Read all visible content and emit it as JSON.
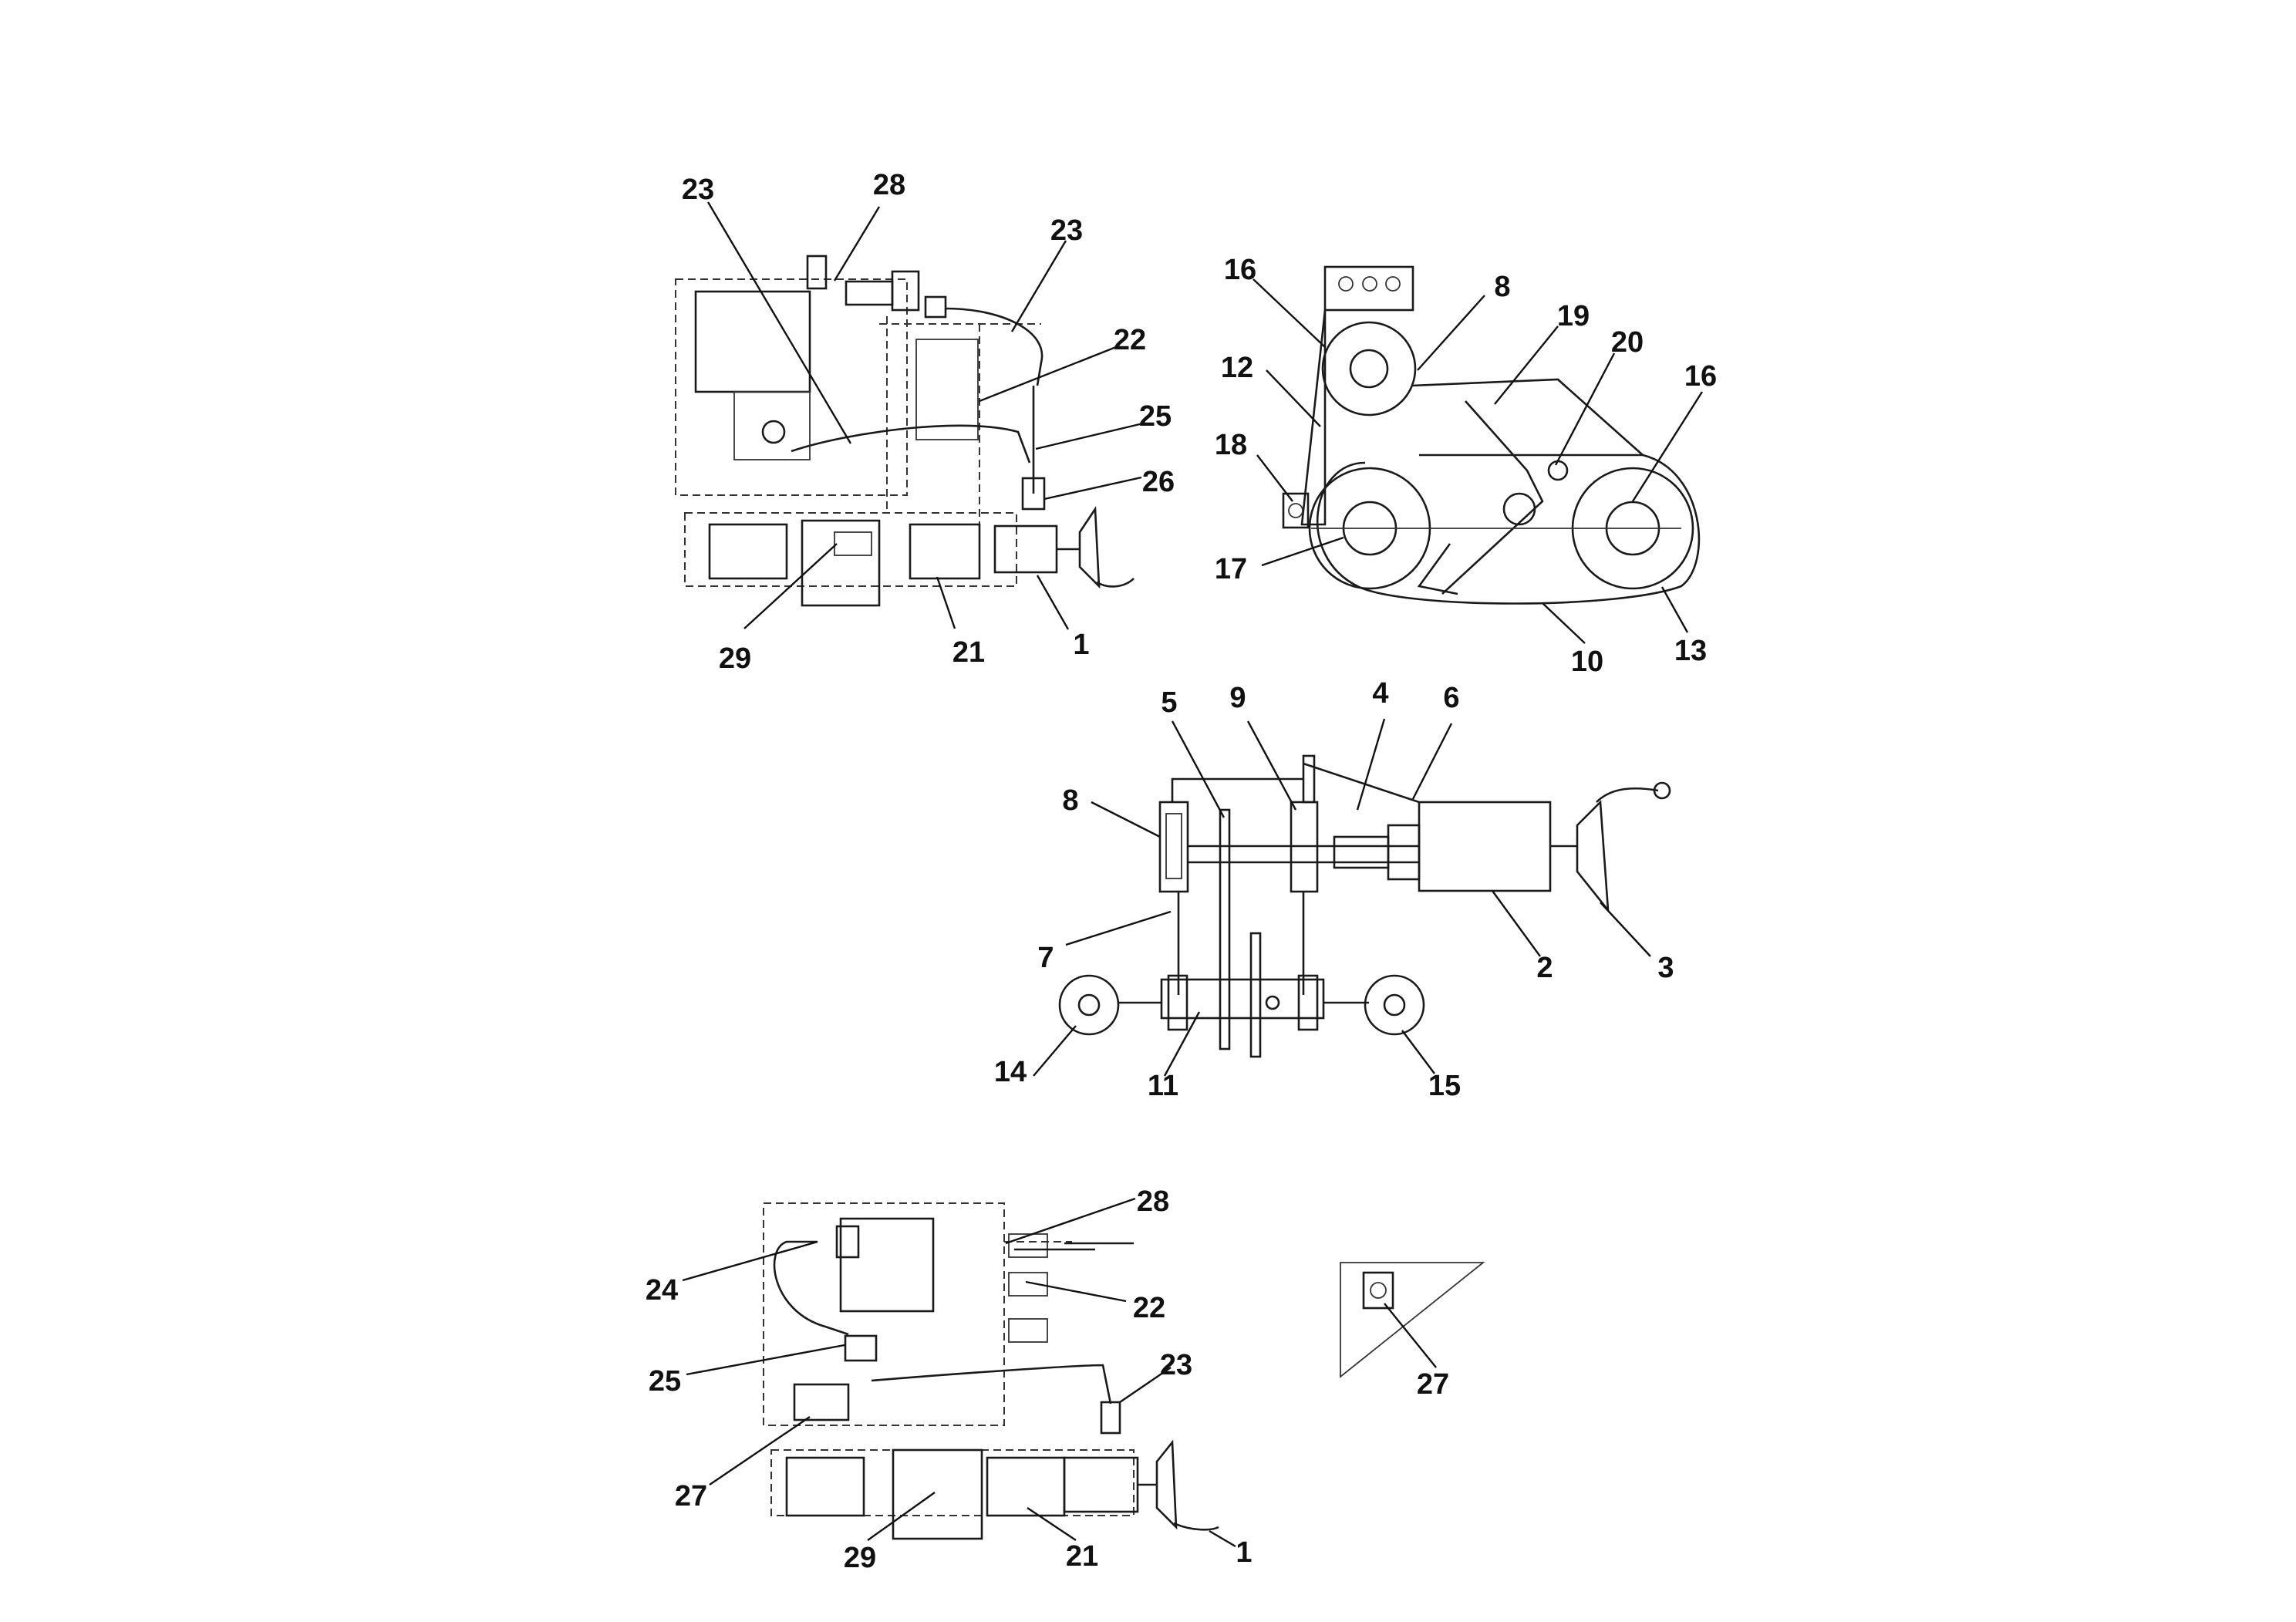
{
  "callouts": {
    "top_left": [
      "23",
      "28",
      "23",
      "22",
      "25",
      "26",
      "29",
      "21",
      "1"
    ],
    "top_right": [
      "16",
      "8",
      "19",
      "20",
      "16",
      "12",
      "18",
      "17",
      "10",
      "13"
    ],
    "middle": [
      "5",
      "9",
      "4",
      "6",
      "8",
      "7",
      "2",
      "3",
      "14",
      "11",
      "15"
    ],
    "bottom_left": [
      "28",
      "24",
      "22",
      "25",
      "23",
      "27",
      "29",
      "21",
      "1"
    ],
    "bottom_right": [
      "27"
    ]
  }
}
